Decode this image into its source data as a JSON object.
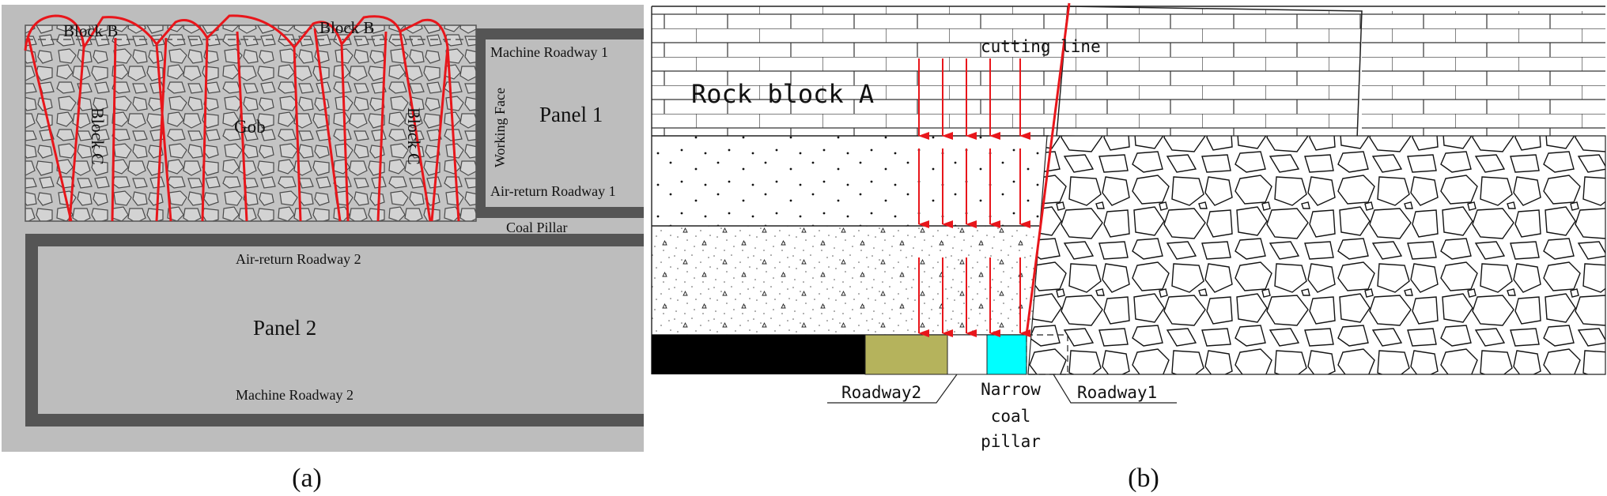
{
  "panel_a": {
    "caption": "(a)",
    "block_b_left": "Block B",
    "block_b_right": "Block B",
    "block_c_left": "Block C",
    "block_c_right": "Block C",
    "gob": "Gob",
    "machine_roadway_1": "Machine Roadway 1",
    "working_face": "Working Face",
    "panel_1": "Panel 1",
    "air_return_roadway_1": "Air-return Roadway 1",
    "coal_pillar": "Coal Pillar",
    "air_return_roadway_2": "Air-return Roadway 2",
    "panel_2": "Panel 2",
    "machine_roadway_2": "Machine Roadway 2"
  },
  "panel_b": {
    "caption": "(b)",
    "rock_block_a": "Rock block A",
    "cutting_line": "cutting line",
    "roadway2": "Roadway2",
    "narrow_coal_pillar_1": "Narrow",
    "narrow_coal_pillar_2": "coal",
    "narrow_coal_pillar_3": "pillar",
    "roadway1": "Roadway1"
  },
  "colors": {
    "panel_gray": "#bdbdbd",
    "roadway_dark": "#555555",
    "red": "#e8161b",
    "roadway2_olive": "#b5b35c",
    "pillar_cyan": "#00ffff",
    "coal_black": "#000000"
  }
}
